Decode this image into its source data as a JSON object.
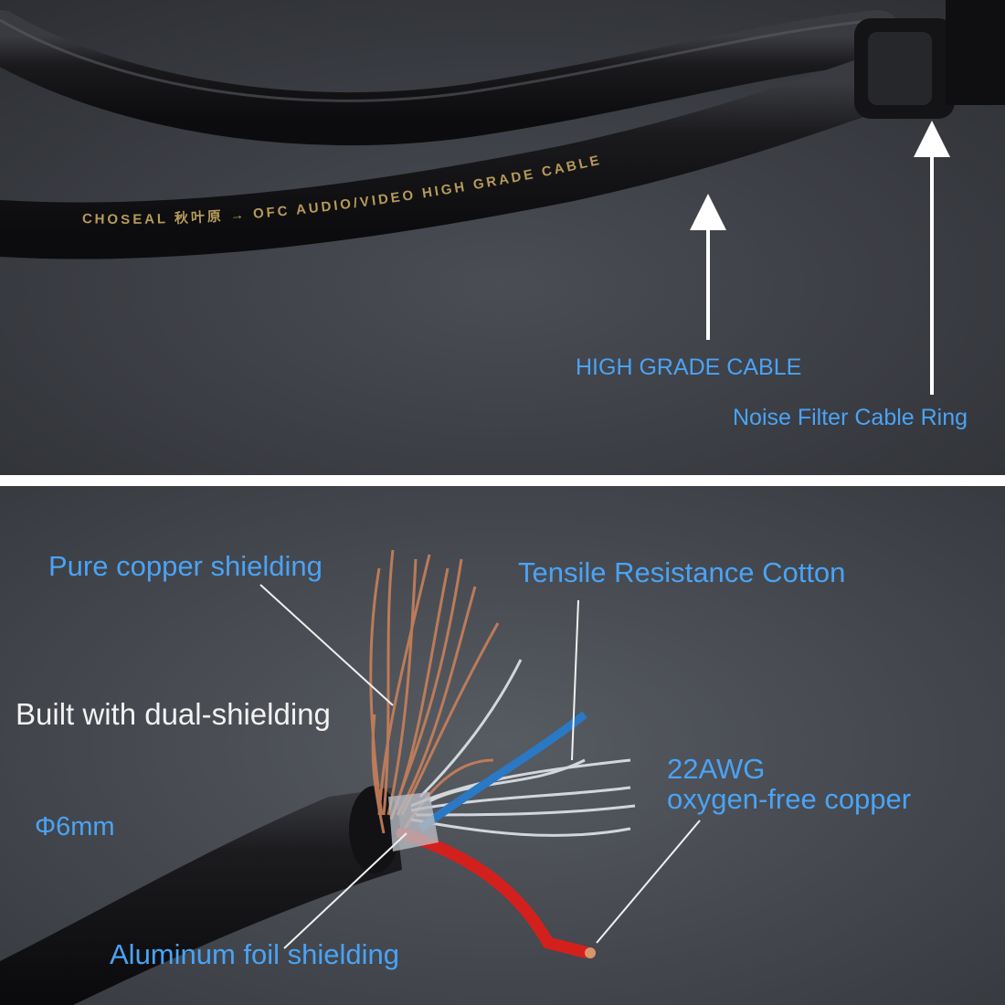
{
  "colors": {
    "label_blue": "#4aa3f5",
    "label_white": "#f2f2f2",
    "top_background": "#3c3f45",
    "bottom_background": "#4a4e55",
    "cable": "#141416",
    "copper": "#c9805a",
    "red_wire": "#d4201c"
  },
  "top_panel": {
    "cable_print": "CHOSEAL 秋叶原 → OFC AUDIO/VIDEO HIGH GRADE CABLE",
    "labels": {
      "high_grade_cable": "HIGH GRADE CABLE",
      "noise_filter_ring": "Noise Filter Cable Ring"
    }
  },
  "bottom_panel": {
    "labels": {
      "pure_copper_shielding": "Pure copper shielding",
      "tensile_resistance_cotton": "Tensile Resistance Cotton",
      "dual_shielding": "Built with dual-shielding",
      "awg_line1": "22AWG",
      "awg_line2": "oxygen-free copper",
      "diameter": "Φ6mm",
      "aluminum_foil": "Aluminum foil shielding"
    }
  }
}
